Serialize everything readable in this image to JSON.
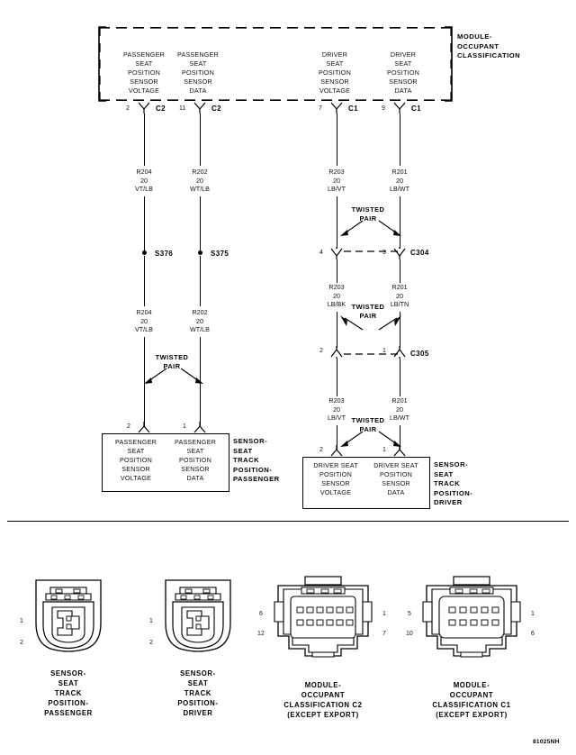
{
  "diagram": {
    "title_module": "MODULE-\nOCCUPANT\nCLASSIFICATION",
    "doc_id": "81025NH"
  },
  "module_box": {
    "pins": [
      {
        "text": "PASSENGER\nSEAT\nPOSITION\nSENSOR\nVOLTAGE",
        "pin_number": "2",
        "connector": "C2"
      },
      {
        "text": "PASSENGER\nSEAT\nPOSITION\nSENSOR\nDATA",
        "pin_number": "11",
        "connector": "C2"
      },
      {
        "text": "DRIVER\nSEAT\nPOSITION\nSENSOR\nVOLTAGE",
        "pin_number": "7",
        "connector": "C1"
      },
      {
        "text": "DRIVER\nSEAT\nPOSITION\nSENSOR\nDATA",
        "pin_number": "9",
        "connector": "C1"
      }
    ]
  },
  "wires": {
    "passenger_voltage_top": "R204\n20\nVT/LB",
    "passenger_data_top": "R202\n20\nWT/LB",
    "passenger_voltage_bottom": "R204\n20\nVT/LB",
    "passenger_data_bottom": "R202\n20\nWT/LB",
    "driver_voltage_top": "R203\n20\nLB/VT",
    "driver_data_top": "R201\n20\nLB/WT",
    "driver_voltage_mid": "R203\n20\nLB/BK",
    "driver_data_mid": "R201\n20\nLB/TN",
    "driver_voltage_bottom": "R203\n20\nLB/VT",
    "driver_data_bottom": "R201\n20\nLB/WT"
  },
  "splices": {
    "passenger_voltage": "S376",
    "passenger_data": "S375"
  },
  "twisted_pair_label": "TWISTED\nPAIR",
  "inline_connectors": [
    {
      "name": "C304",
      "left_pin": "4",
      "right_pin": "3"
    },
    {
      "name": "C305",
      "left_pin": "2",
      "right_pin": "1"
    }
  ],
  "sensor_boxes": [
    {
      "caption": "SENSOR-\nSEAT\nTRACK\nPOSITION-\nPASSENGER",
      "left_pin": "2",
      "right_pin": "1",
      "left_text": "PASSENGER\nSEAT\nPOSITION\nSENSOR\nVOLTAGE",
      "right_text": "PASSENGER\nSEAT\nPOSITION\nSENSOR\nDATA"
    },
    {
      "caption": "SENSOR-\nSEAT\nTRACK\nPOSITION-\nDRIVER",
      "left_pin": "2",
      "right_pin": "1",
      "left_text": "DRIVER SEAT\nPOSITION\nSENSOR\nVOLTAGE",
      "right_text": "DRIVER SEAT\nPOSITION\nSENSOR\nDATA"
    }
  ],
  "connector_views": [
    {
      "caption": "SENSOR-\nSEAT\nTRACK\nPOSITION-\nPASSENGER",
      "left_pins": [
        "1",
        "2"
      ],
      "right_pins": [],
      "cavities": 2,
      "style": "2pin"
    },
    {
      "caption": "SENSOR-\nSEAT\nTRACK\nPOSITION-\nDRIVER",
      "left_pins": [
        "1",
        "2"
      ],
      "right_pins": [],
      "cavities": 2,
      "style": "2pin"
    },
    {
      "caption": "MODULE-\nOCCUPANT\nCLASSIFICATION C2\n(EXCEPT EXPORT)",
      "left_pins": [
        "6",
        "12"
      ],
      "right_pins": [
        "1",
        "7"
      ],
      "cavities": 12,
      "style": "12pin"
    },
    {
      "caption": "MODULE-\nOCCUPANT\nCLASSIFICATION C1\n(EXCEPT EXPORT)",
      "left_pins": [
        "5",
        "10"
      ],
      "right_pins": [
        "1",
        "6"
      ],
      "cavities": 10,
      "style": "10pin"
    }
  ]
}
